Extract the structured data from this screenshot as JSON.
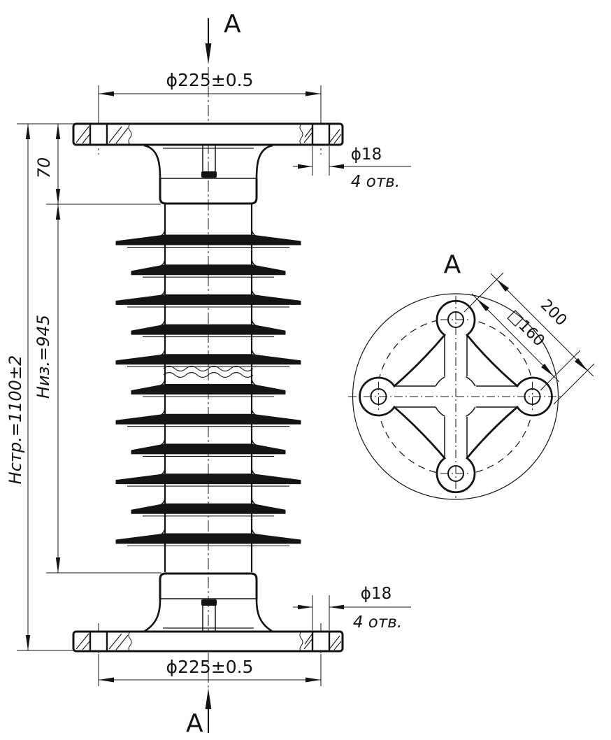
{
  "labels": {
    "section_top": "A",
    "section_bottom": "A",
    "view": "A"
  },
  "dimensions": {
    "flange_diameter_top": "ϕ225±0.5",
    "flange_diameter_bottom": "ϕ225±0.5",
    "hole_diameter_top": "ϕ18",
    "hole_count_top": "4 отв.",
    "hole_diameter_bottom": "ϕ18",
    "hole_count_bottom": "4 отв.",
    "height_total": "Нстр.=1100±2",
    "height_insulation": "Низ.=945",
    "height_cap": "70",
    "bolt_diagonal": "200",
    "bolt_square": "□160"
  },
  "colors": {
    "line": "#141414",
    "background": "#ffffff"
  }
}
